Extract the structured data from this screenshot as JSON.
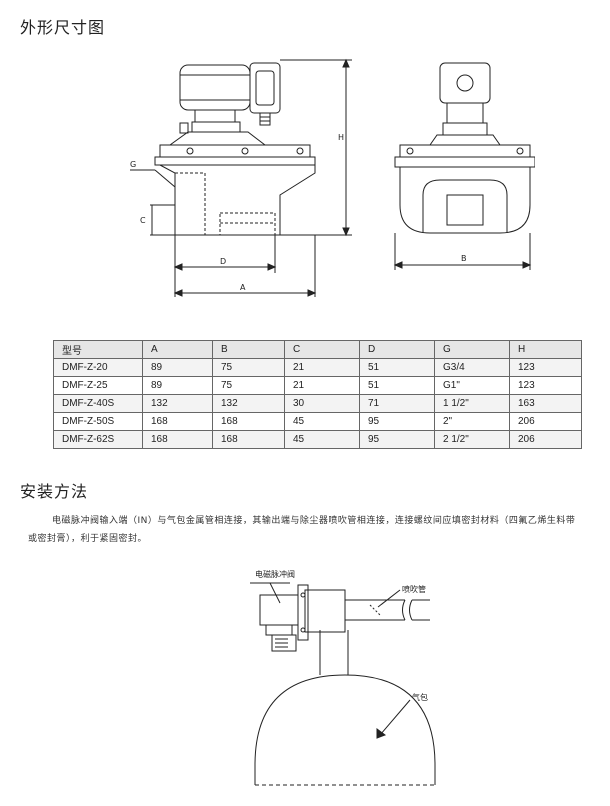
{
  "headings": {
    "outline": "外形尺寸图",
    "install": "安装方法"
  },
  "dimension_labels": {
    "g": "G",
    "h": "H",
    "c": "C",
    "d": "D",
    "a": "A",
    "b": "B"
  },
  "table": {
    "headers": [
      "型号",
      "A",
      "B",
      "C",
      "D",
      "G",
      "H"
    ],
    "rows": [
      [
        "DMF-Z-20",
        "89",
        "75",
        "21",
        "51",
        "G3/4",
        "123"
      ],
      [
        "DMF-Z-25",
        "89",
        "75",
        "21",
        "51",
        "G1\"",
        "123"
      ],
      [
        "DMF-Z-40S",
        "132",
        "132",
        "30",
        "71",
        "1 1/2\"",
        "163"
      ],
      [
        "DMF-Z-50S",
        "168",
        "168",
        "45",
        "95",
        "2\"",
        "206"
      ],
      [
        "DMF-Z-62S",
        "168",
        "168",
        "45",
        "95",
        "2 1/2\"",
        "206"
      ]
    ]
  },
  "install_text": "电磁脉冲阀输入端（IN）与气包金属管相连接，其输出端与除尘器喷吹管相连接，连接螺纹间应填密封材料（四氟乙烯生料带或密封膏），利于紧固密封。",
  "install_labels": {
    "valve": "电磁脉冲阀",
    "blow_pipe": "喷吹管",
    "air_bag": "气包"
  }
}
